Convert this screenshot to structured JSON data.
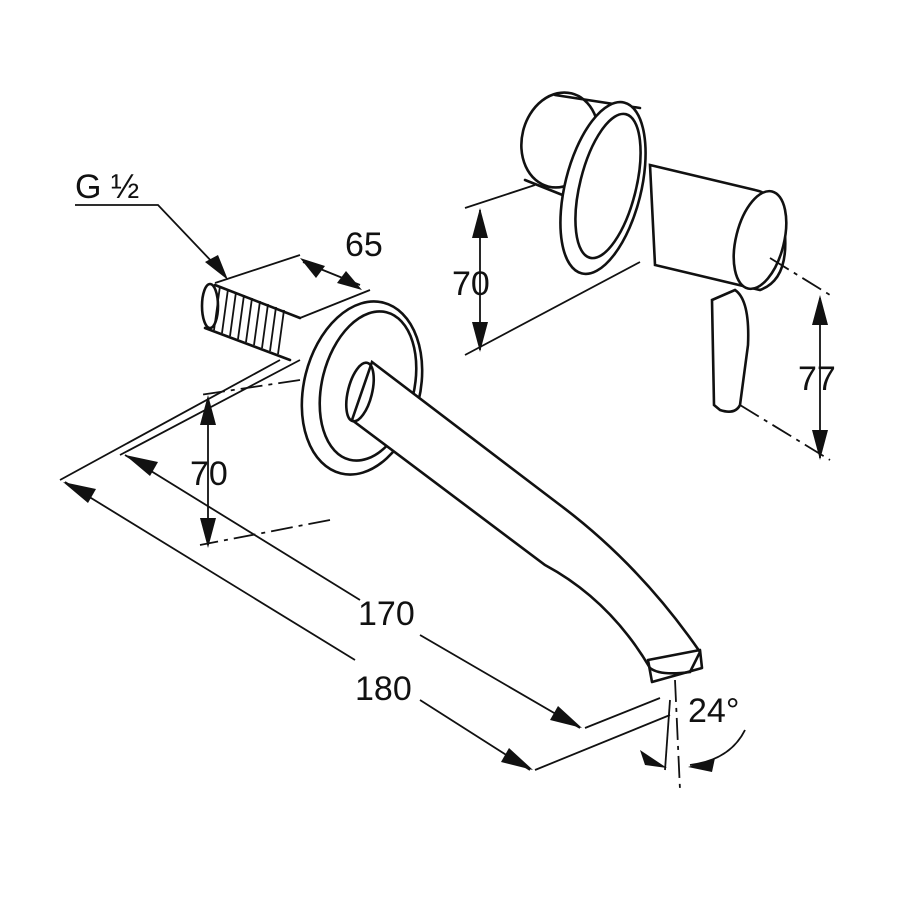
{
  "drawing": {
    "thread_label": "G ½",
    "dim_thread_length": "65",
    "dim_left_height": "70",
    "dim_right_height": "70",
    "dim_lever_height": "77",
    "dim_projection_inner": "170",
    "dim_projection_outer": "180",
    "dim_angle": "24°"
  }
}
